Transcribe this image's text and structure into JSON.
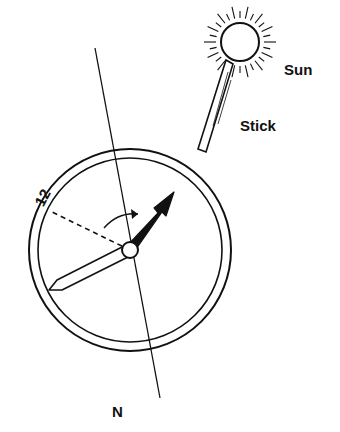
{
  "diagram": {
    "labels": [
      "Sun",
      "Stick",
      "12",
      "N"
    ]
  }
}
